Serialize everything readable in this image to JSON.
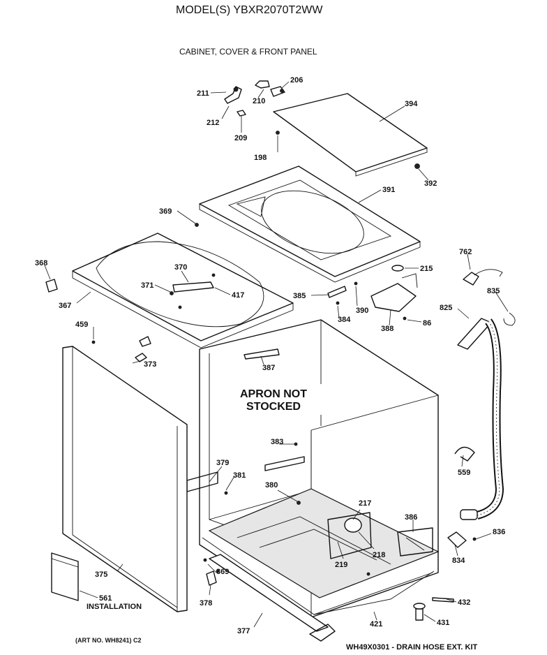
{
  "header": {
    "model": "MODEL(S) YBXR2070T2WW",
    "section": "CABINET, COVER & FRONT PANEL"
  },
  "stamp": {
    "line1": "APRON NOT",
    "line2": "STOCKED"
  },
  "footer": {
    "art_no": "(ART NO. WH8241) C2",
    "kit": "WH49X0301 - DRAIN HOSE EXT. KIT"
  },
  "installation_label": "INSTALLATION",
  "callouts": {
    "p211": "211",
    "p210": "210",
    "p206": "206",
    "p212": "212",
    "p209": "209",
    "p198": "198",
    "p394": "394",
    "p392": "392",
    "p391": "391",
    "p369a": "369",
    "p368": "368",
    "p370": "370",
    "p371": "371",
    "p417": "417",
    "p367": "367",
    "p762": "762",
    "p215": "215",
    "p385": "385",
    "p835": "835",
    "p390": "390",
    "p384": "384",
    "p825": "825",
    "p388": "388",
    "p86": "86",
    "p459": "459",
    "p373": "373",
    "p387": "387",
    "p383": "383",
    "p379": "379",
    "p381": "381",
    "p380": "380",
    "p559": "559",
    "p217": "217",
    "p386": "386",
    "p836": "836",
    "p218": "218",
    "p219": "219",
    "p834": "834",
    "p375": "375",
    "p369b": "369",
    "p561": "561",
    "p378": "378",
    "p432": "432",
    "p421": "421",
    "p431": "431",
    "p377": "377"
  }
}
